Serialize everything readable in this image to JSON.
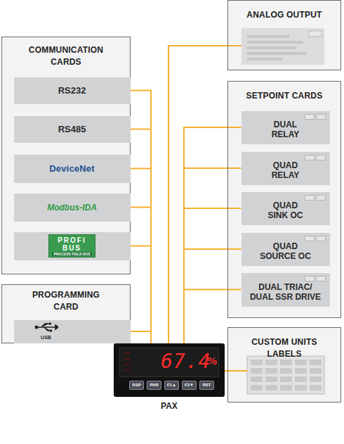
{
  "diagram": {
    "nodes": [
      {
        "text": [
          "COMMUNICATION CARDS"
        ]
      },
      {
        "text": [
          "RS232"
        ],
        "in": 0
      },
      {
        "text": [
          "RS485"
        ],
        "in": 0
      },
      {
        "text": [
          "DeviceNet"
        ],
        "in": 0
      },
      {
        "text": [
          "Modbus-IDA"
        ],
        "in": 0
      },
      {
        "text": [
          "PROFI BUS",
          "PROCESS FIELD BUS"
        ],
        "in": 0
      },
      {
        "text": [
          "PROGRAMMING CARD"
        ]
      },
      {
        "text": [
          "USB"
        ],
        "in": 6
      },
      {
        "text": [
          "ANALOG OUTPUT"
        ]
      },
      {
        "text": [
          "SETPOINT CARDS"
        ]
      },
      {
        "text": [
          "DUAL RELAY"
        ],
        "in": 9
      },
      {
        "text": [
          "QUAD RELAY"
        ],
        "in": 9
      },
      {
        "text": [
          "QUAD SINK OC"
        ],
        "in": 9
      },
      {
        "text": [
          "QUAD SOURCE OC"
        ],
        "in": 9
      },
      {
        "text": [
          "DUAL TRIAC/ DUAL SSR DRIVE"
        ],
        "in": 9
      },
      {
        "text": [
          "CUSTOM UNITS LABELS"
        ]
      },
      {
        "text": [
          "67.4",
          "%",
          "DSP",
          "PAR",
          "F1▲",
          "F2▼",
          "RST",
          "PAX"
        ]
      }
    ],
    "edges": [
      {
        "from": 1,
        "to": 16,
        "arrow": "none"
      },
      {
        "from": 2,
        "to": 16,
        "arrow": "none"
      },
      {
        "from": 3,
        "to": 16,
        "arrow": "none"
      },
      {
        "from": 4,
        "to": 16,
        "arrow": "none"
      },
      {
        "from": 5,
        "to": 16,
        "arrow": "none"
      },
      {
        "from": 7,
        "to": 16,
        "arrow": "none"
      },
      {
        "from": 8,
        "to": 16,
        "arrow": "none"
      },
      {
        "from": 10,
        "to": 16,
        "arrow": "none"
      },
      {
        "from": 11,
        "to": 16,
        "arrow": "none"
      },
      {
        "from": 12,
        "to": 16,
        "arrow": "none"
      },
      {
        "from": 13,
        "to": 16,
        "arrow": "none"
      },
      {
        "from": 14,
        "to": 16,
        "arrow": "none"
      },
      {
        "from": 16,
        "to": 15,
        "arrow": "none"
      }
    ]
  }
}
